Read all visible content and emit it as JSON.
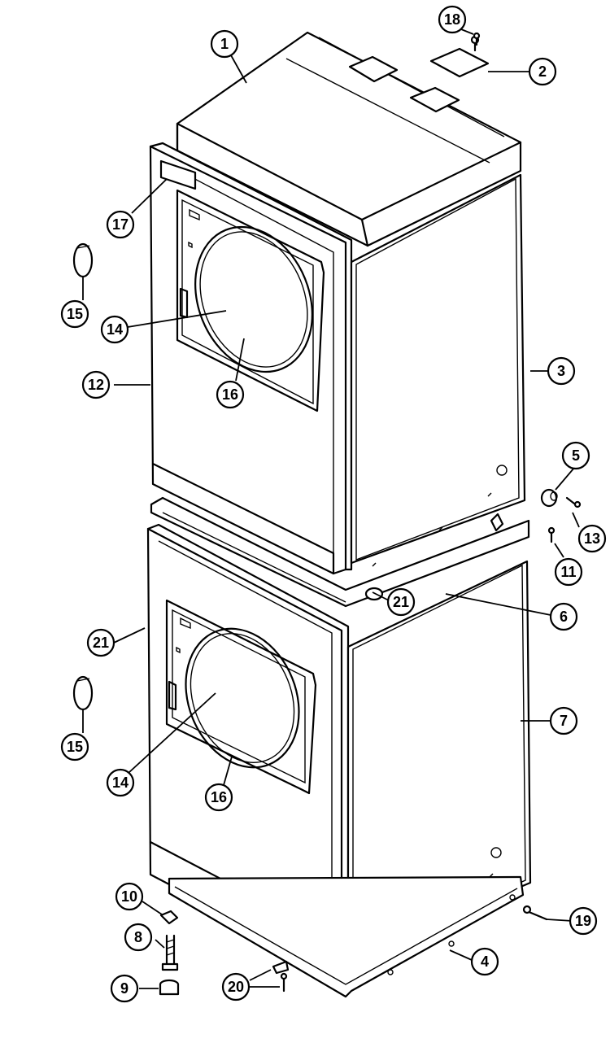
{
  "callouts": [
    {
      "id": "c1",
      "label": "1"
    },
    {
      "id": "c2",
      "label": "2"
    },
    {
      "id": "c3",
      "label": "3"
    },
    {
      "id": "c4",
      "label": "4"
    },
    {
      "id": "c5",
      "label": "5"
    },
    {
      "id": "c6",
      "label": "6"
    },
    {
      "id": "c7",
      "label": "7"
    },
    {
      "id": "c8",
      "label": "8"
    },
    {
      "id": "c9",
      "label": "9"
    },
    {
      "id": "c10",
      "label": "10"
    },
    {
      "id": "c11",
      "label": "11"
    },
    {
      "id": "c12",
      "label": "12"
    },
    {
      "id": "c13",
      "label": "13"
    },
    {
      "id": "c14a",
      "label": "14"
    },
    {
      "id": "c14b",
      "label": "14"
    },
    {
      "id": "c15a",
      "label": "15"
    },
    {
      "id": "c15b",
      "label": "15"
    },
    {
      "id": "c16a",
      "label": "16"
    },
    {
      "id": "c16b",
      "label": "16"
    },
    {
      "id": "c17",
      "label": "17"
    },
    {
      "id": "c18",
      "label": "18"
    },
    {
      "id": "c19",
      "label": "19"
    },
    {
      "id": "c20",
      "label": "20"
    },
    {
      "id": "c21a",
      "label": "21"
    },
    {
      "id": "c21b",
      "label": "21"
    }
  ]
}
